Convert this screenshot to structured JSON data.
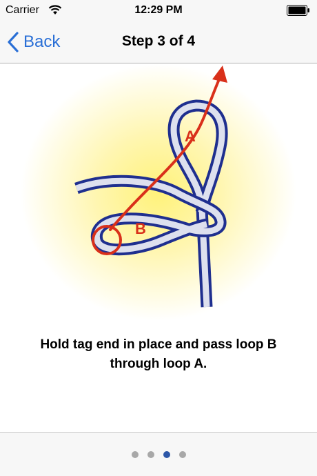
{
  "status_bar": {
    "carrier": "Carrier",
    "time": "12:29 PM"
  },
  "nav": {
    "back_label": "Back",
    "title": "Step 3 of 4"
  },
  "illustration": {
    "label_a": "A",
    "label_b": "B",
    "colors": {
      "rope": "#1f2f8f",
      "rope_fill": "#dde0ee",
      "path": "#d9301a",
      "glow": "#fff27a"
    }
  },
  "instruction": {
    "line1": "Hold tag end in place and pass loop B",
    "line2": "through loop A."
  },
  "pager": {
    "total": 4,
    "current": 3
  },
  "icons": [
    "wifi-icon",
    "battery-icon",
    "chevron-left-icon"
  ]
}
